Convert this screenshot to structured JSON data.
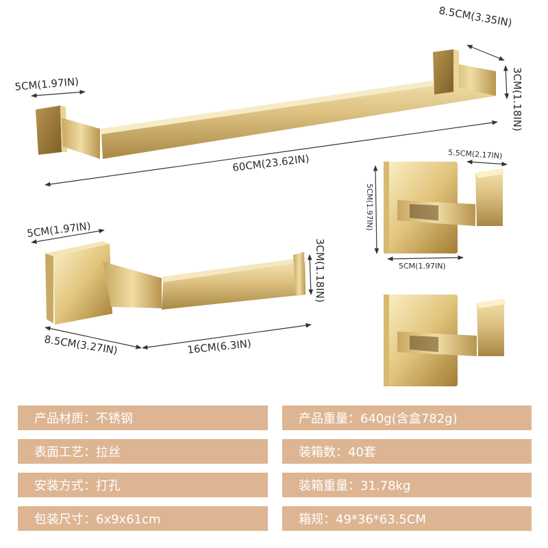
{
  "colors": {
    "background": "#ffffff",
    "spec_bar": "#ddb592",
    "spec_text": "#ffffff",
    "gold_light": "#f1dca2",
    "gold_mid": "#d5b673",
    "gold_dark": "#9f7f44",
    "dimension_line": "#333333"
  },
  "products": {
    "towel_bar": {
      "dims": {
        "depth": "8.5CM(3.35IN)",
        "height": "3CM(1.18IN)",
        "base": "5CM(1.97IN)",
        "length": "60CM(23.62IN)"
      }
    },
    "paper_holder": {
      "dims": {
        "base": "5CM(1.97IN)",
        "height": "3CM(1.18IN)",
        "depth": "8.5CM(3.27IN)",
        "length": "16CM(6.3IN)"
      }
    },
    "robe_hook": {
      "dims": {
        "depth": "5.5CM(2.17IN)",
        "height": "5CM(1.97IN)",
        "width": "5CM(1.97IN)"
      }
    }
  },
  "specs": [
    {
      "left": "产品材质：不锈钢",
      "right": "产品重量：640g(含盒782g)"
    },
    {
      "left": "表面工艺：拉丝",
      "right": "装箱数：40套"
    },
    {
      "left": "安装方式：打孔",
      "right": "装箱重量：31.78kg"
    },
    {
      "left": "包装尺寸：6x9x61cm",
      "right": "箱规：49*36*63.5CM"
    }
  ]
}
